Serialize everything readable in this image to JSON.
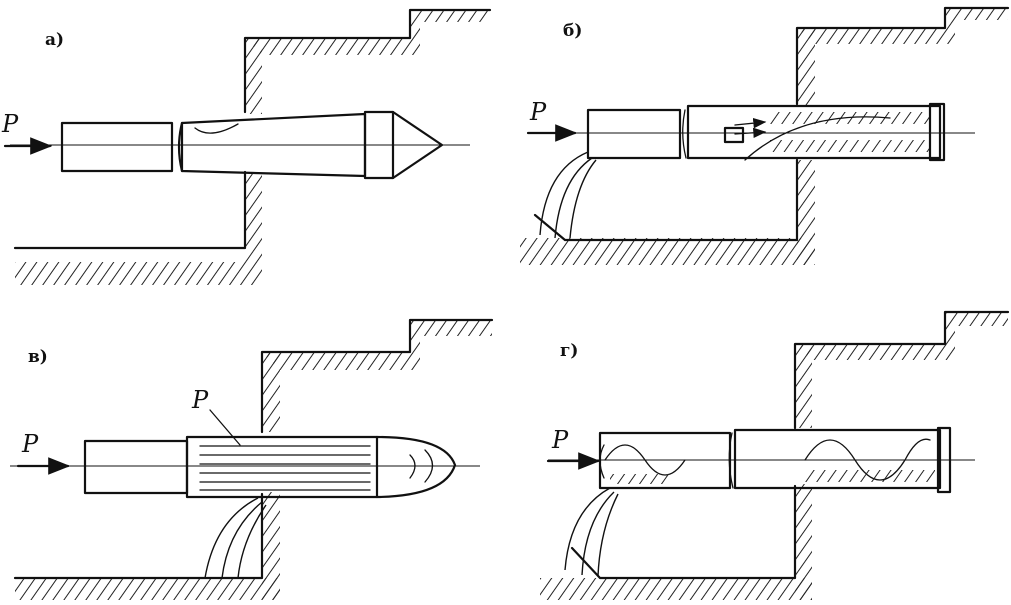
{
  "panels": [
    {
      "label": "а)",
      "force_label": "P"
    },
    {
      "label": "б)",
      "force_label": "P"
    },
    {
      "label": "в)",
      "force_label": "P",
      "inner_force_label": "P"
    },
    {
      "label": "г)",
      "force_label": "P"
    }
  ]
}
